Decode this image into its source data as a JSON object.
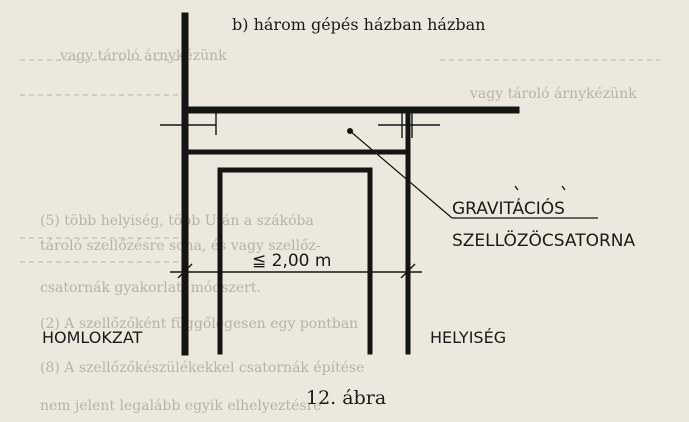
{
  "header_fragment": "b) három gépés házban házban",
  "background_lines": [
    "b) három gépés házban házban",
    "vagy tároló árnykézünk",
    "(5) több helyiség, több Után a szákóba",
    "tároló szellőzésre soha, és vagy szellőz-",
    "csatornák gyakorlati módszert.",
    "(2) A szellőzőként függőlegesen egy pontban",
    "(8) A szellőzőkészülékekkel csatornák építése",
    "nem jelent legalább egyik elhelyeztésre"
  ],
  "labels": {
    "gravitacios": "GRAVITÁCIÓS",
    "szellozocsatorna": "SZELLÖZÖCSATORNA",
    "dimension": "≦ 2,00 m",
    "homlokzat": "HOMLOKZAT",
    "helyiseg": "HELYISÉG"
  },
  "caption": "12. ábra"
}
